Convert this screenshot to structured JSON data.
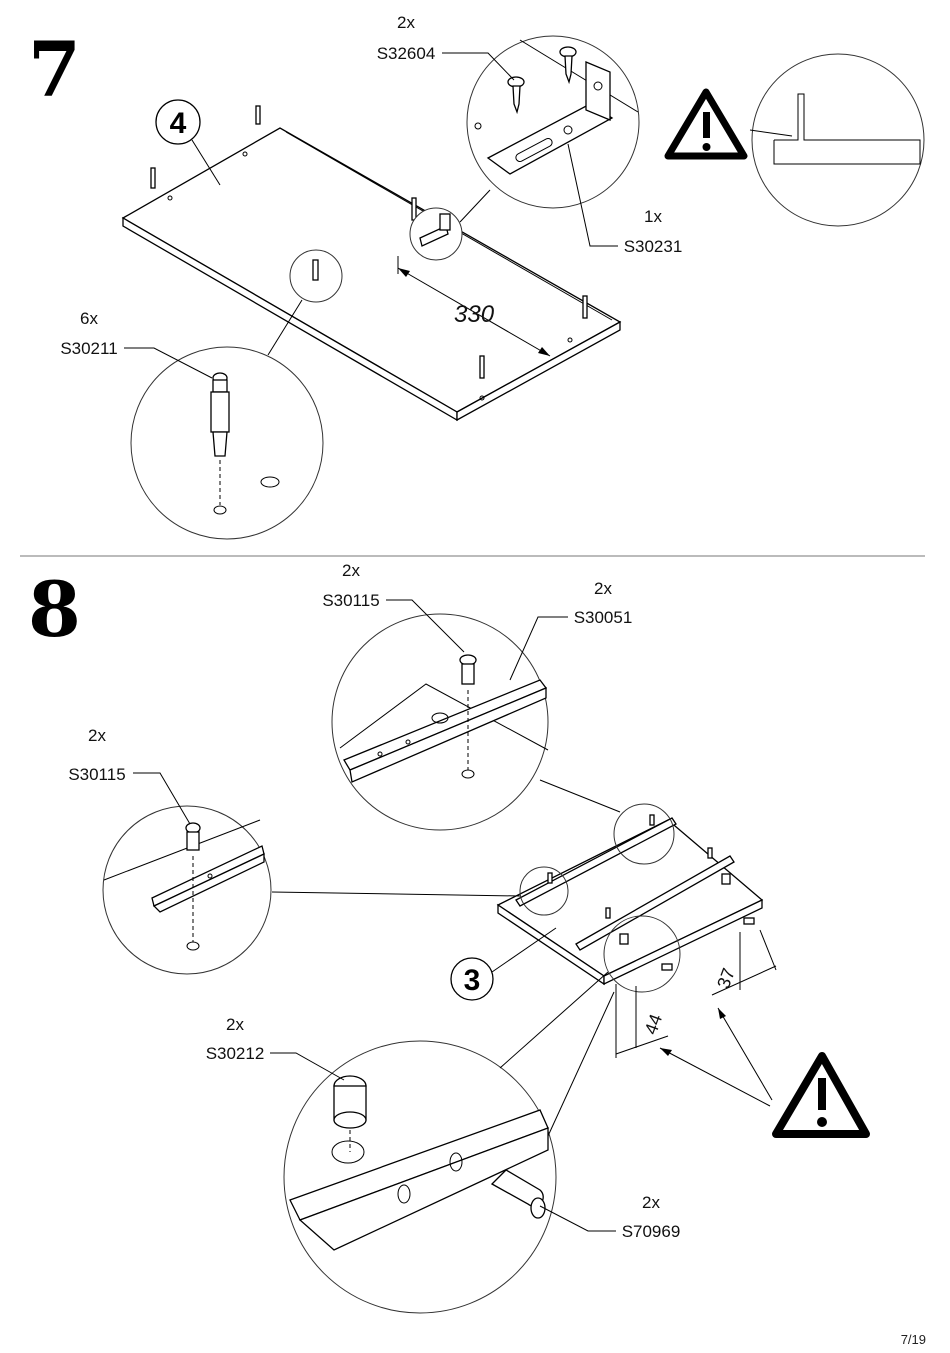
{
  "step7": {
    "number": "7",
    "panel_number": "4",
    "dimension": "330",
    "parts": [
      {
        "qty": "2x",
        "code": "S32604"
      },
      {
        "qty": "1x",
        "code": "S30231"
      },
      {
        "qty": "6x",
        "code": "S30211"
      }
    ]
  },
  "step8": {
    "number": "8",
    "panel_number": "3",
    "dimensions": [
      "37",
      "44"
    ],
    "parts": [
      {
        "qty": "2x",
        "code": "S30115"
      },
      {
        "qty": "2x",
        "code": "S30051"
      },
      {
        "qty": "2x",
        "code": "S30115"
      },
      {
        "qty": "2x",
        "code": "S30212"
      },
      {
        "qty": "2x",
        "code": "S70969"
      }
    ]
  },
  "page_number": "7/19",
  "icons": [
    "warning-icon",
    "warning-icon"
  ]
}
